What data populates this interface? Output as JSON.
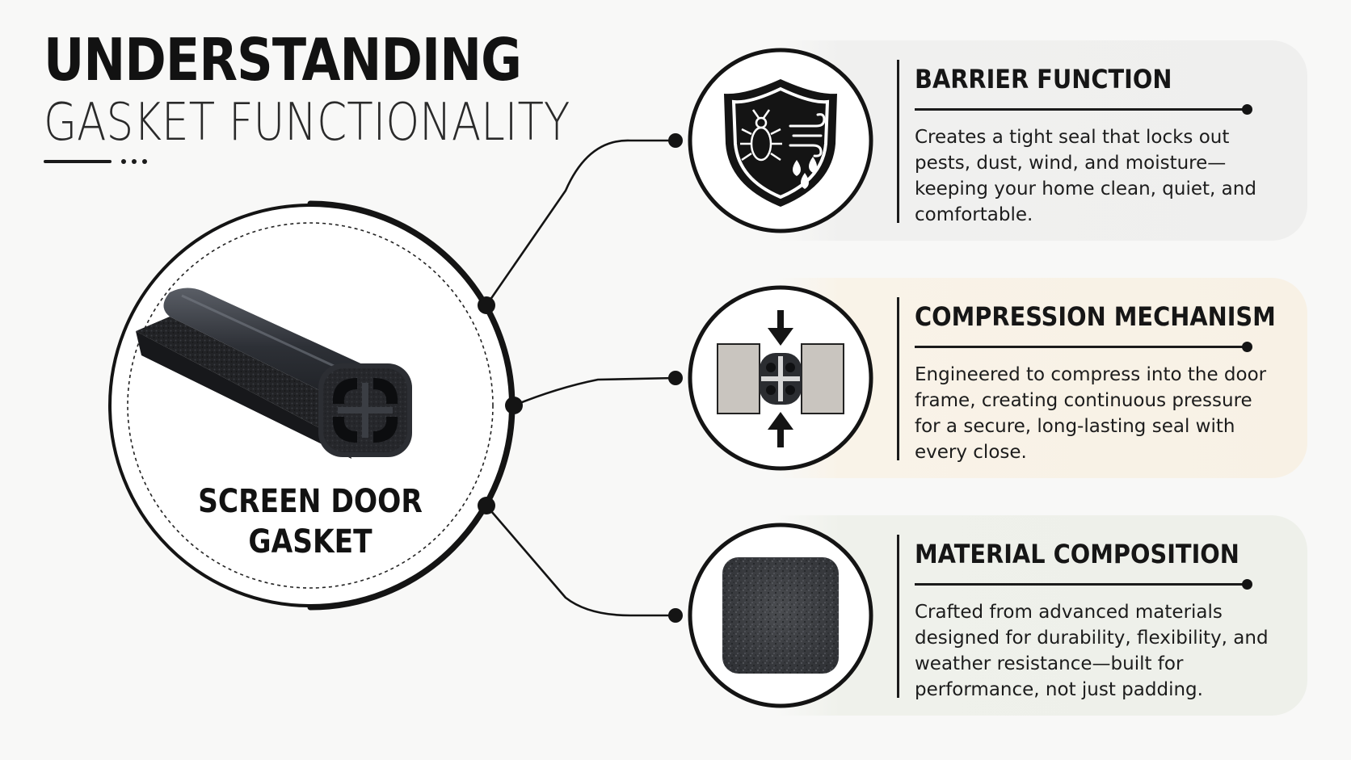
{
  "title": {
    "main": "UNDERSTANDING",
    "sub": "GASKET FUNCTIONALITY"
  },
  "center": {
    "label_line1": "SCREEN DOOR",
    "label_line2": "GASKET"
  },
  "features": [
    {
      "title": "BARRIER FUNCTION",
      "body": "Creates a tight seal that locks out pests, dust, wind, and moisture—keeping your home clean, quiet, and comfortable.",
      "icon": "shield-icon",
      "tint": "#efefee"
    },
    {
      "title": "COMPRESSION MECHANISM",
      "body": "Engineered to compress into the door frame, creating continuous pressure for a secure, long-lasting seal with every close.",
      "icon": "compression-icon",
      "tint": "#f8f1e5"
    },
    {
      "title": "MATERIAL COMPOSITION",
      "body": "Crafted from advanced materials designed for durability, flexibility, and weather resistance—built for performance, not just padding.",
      "icon": "material-texture-icon",
      "tint": "#eef0ea"
    }
  ],
  "colors": {
    "ink": "#141414",
    "gasket": "#2b2e33",
    "background": "#f8f8f7"
  }
}
